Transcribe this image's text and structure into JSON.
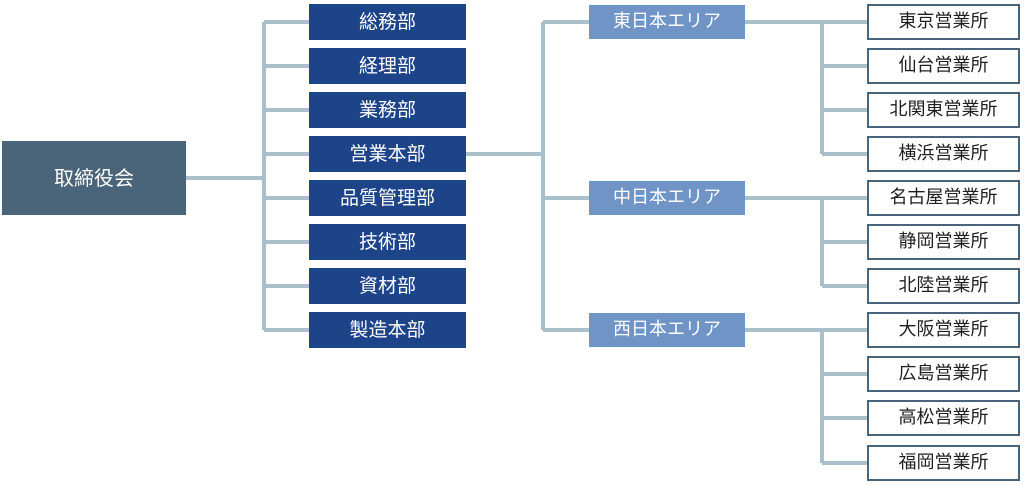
{
  "org_chart": {
    "root": {
      "label": "取締役会"
    },
    "departments": [
      {
        "label": "総務部"
      },
      {
        "label": "経理部"
      },
      {
        "label": "業務部"
      },
      {
        "label": "営業本部"
      },
      {
        "label": "品質管理部"
      },
      {
        "label": "技術部"
      },
      {
        "label": "資材部"
      },
      {
        "label": "製造本部"
      }
    ],
    "areas": [
      {
        "label": "東日本エリア",
        "offices": [
          {
            "label": "東京営業所"
          },
          {
            "label": "仙台営業所"
          },
          {
            "label": "北関東営業所"
          },
          {
            "label": "横浜営業所"
          }
        ]
      },
      {
        "label": "中日本エリア",
        "offices": [
          {
            "label": "名古屋営業所"
          },
          {
            "label": "静岡営業所"
          },
          {
            "label": "北陸営業所"
          }
        ]
      },
      {
        "label": "西日本エリア",
        "offices": [
          {
            "label": "大阪営業所"
          },
          {
            "label": "広島営業所"
          },
          {
            "label": "高松営業所"
          },
          {
            "label": "福岡営業所"
          }
        ]
      }
    ]
  },
  "colors": {
    "connector": "#a9bfcc",
    "root_fill": "#4a6579",
    "department_fill": "#1d4388",
    "area_fill": "#6f94c5",
    "office_border": "#4a6579"
  }
}
